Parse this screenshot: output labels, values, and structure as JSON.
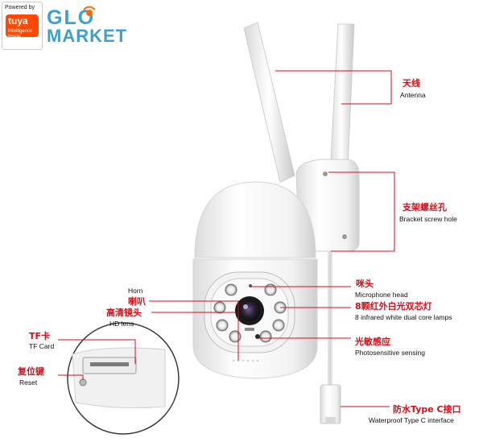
{
  "badge": {
    "powered_by": "Powered by",
    "tuya": "tuya",
    "intelligence": "Intelligence",
    "inside": "Inside"
  },
  "brand": {
    "line1": "GLO",
    "line2": "MARKET",
    "accent": "#3d9fd2"
  },
  "callouts": [
    {
      "id": "antenna",
      "cn": "天线",
      "en": "Antenna"
    },
    {
      "id": "bracket",
      "cn": "支架螺丝孔",
      "en": "Bracket screw hole"
    },
    {
      "id": "microphone",
      "cn": "咪头",
      "en": "Microphone head"
    },
    {
      "id": "lamps",
      "cn": "8颗红外白光双芯灯",
      "en": "8 infrared white dual core lamps"
    },
    {
      "id": "photosensitive",
      "cn": "光敏感应",
      "en": "Photosensitive sensing"
    },
    {
      "id": "typec",
      "cn": "防水Type C接口",
      "en": "Waterproof Type C interface"
    },
    {
      "id": "horn",
      "cn": "喇叭",
      "en": "Horn"
    },
    {
      "id": "hdlens",
      "cn": "高清镜头",
      "en": "HD lens"
    },
    {
      "id": "tfcard",
      "cn": "TF卡",
      "en": "TF Card"
    },
    {
      "id": "reset",
      "cn": "复位键",
      "en": "Reset"
    }
  ],
  "colors": {
    "callout_red": "#d0101b",
    "tuya_orange": "#ff4800"
  }
}
